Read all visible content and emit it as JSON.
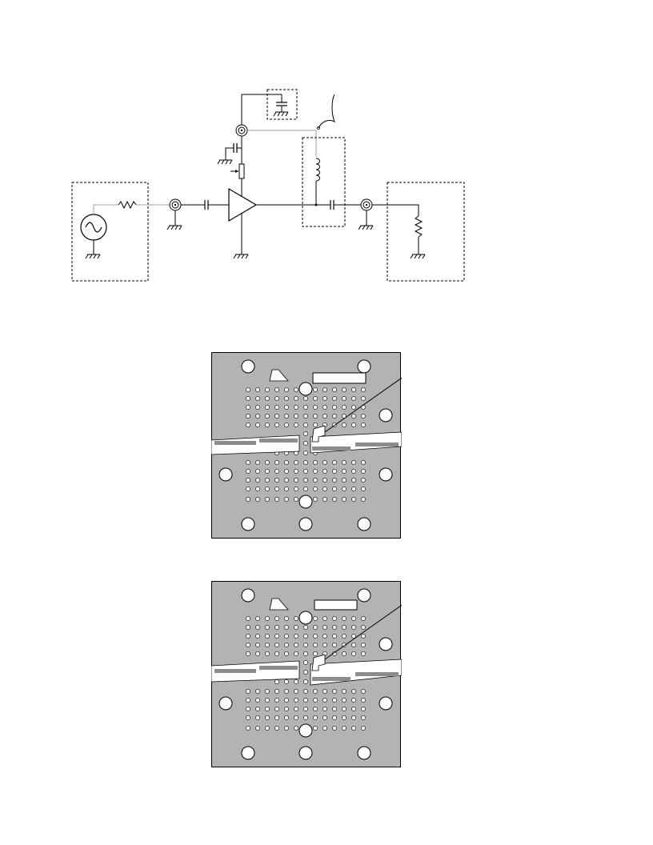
{
  "colors": {
    "ink": "#000000",
    "signal_line": "#a0a0a0",
    "board_fill": "#b3b3b3",
    "board_stroke": "#000000",
    "pad_fill": "#ffffff",
    "trace_fill": "#ffffff",
    "trace_inner": "#8c8c8c"
  },
  "schematic": {
    "blocks": [
      "source-box",
      "bias-tee-box",
      "load-box",
      "bypass-box"
    ],
    "icons": [
      "ac-source-icon",
      "resistor-icon",
      "coax-connector-icon",
      "capacitor-icon",
      "amplifier-icon",
      "inductor-icon",
      "ground-icon",
      "variable-resistor-icon",
      "switch-icon"
    ]
  },
  "boards": [
    {
      "name": "board-top",
      "label_box_text": ""
    },
    {
      "name": "board-bottom",
      "label_box_text": ""
    }
  ]
}
